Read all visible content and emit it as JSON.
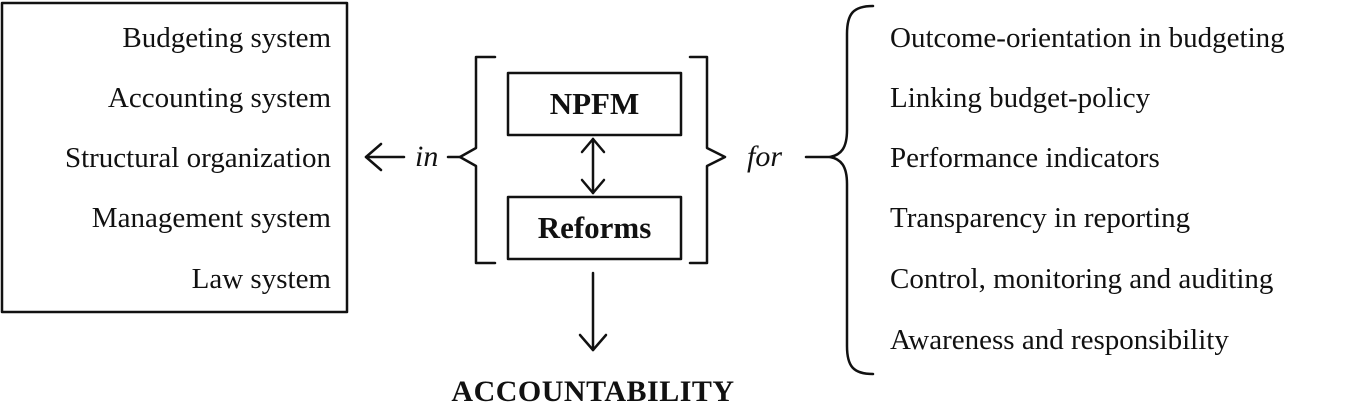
{
  "left_box": {
    "items": [
      "Budgeting system",
      "Accounting system",
      "Structural organization",
      "Management system",
      "Law system"
    ]
  },
  "connectors": {
    "in_label": "in",
    "for_label": "for"
  },
  "center": {
    "top_box": "NPFM",
    "bottom_box": "Reforms",
    "result": "ACCOUNTABILITY"
  },
  "right_list": {
    "items": [
      "Outcome-orientation in budgeting",
      "Linking budget-policy",
      "Performance indicators",
      "Transparency in reporting",
      "Control, monitoring and auditing",
      "Awareness and responsibility"
    ]
  },
  "colors": {
    "ink": "#111111",
    "background": "#ffffff"
  }
}
